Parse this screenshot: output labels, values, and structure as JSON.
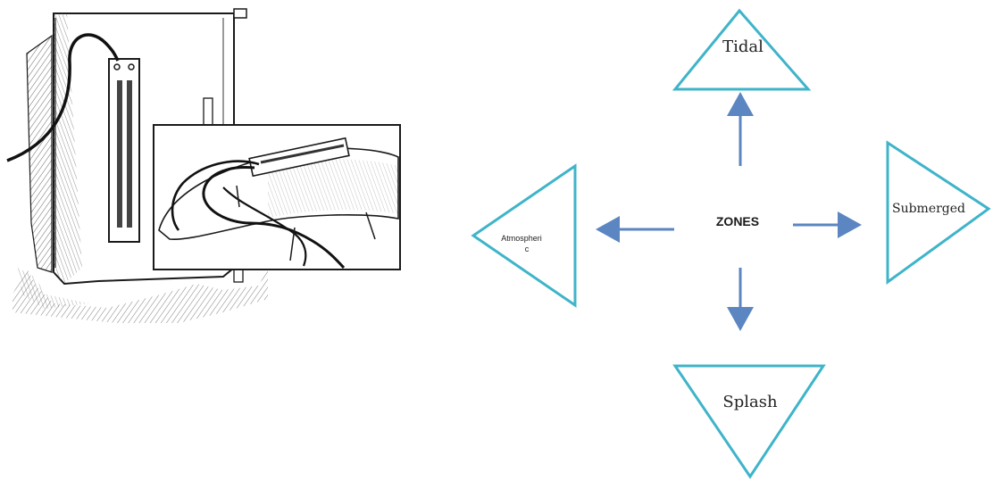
{
  "diagram": {
    "center_label": "ZONES",
    "zones": {
      "top": "Tidal",
      "right": "Submerged",
      "bottom": "Splash",
      "left_line1": "Atmospheri",
      "left_line2": "c"
    },
    "colors": {
      "triangle_stroke": "#3fb4c9",
      "arrow": "#5b86c1",
      "sketch_ink": "#1a1a1a"
    }
  },
  "illustration": {
    "subject": "pipe-with-corrosion-probe-sketch"
  }
}
